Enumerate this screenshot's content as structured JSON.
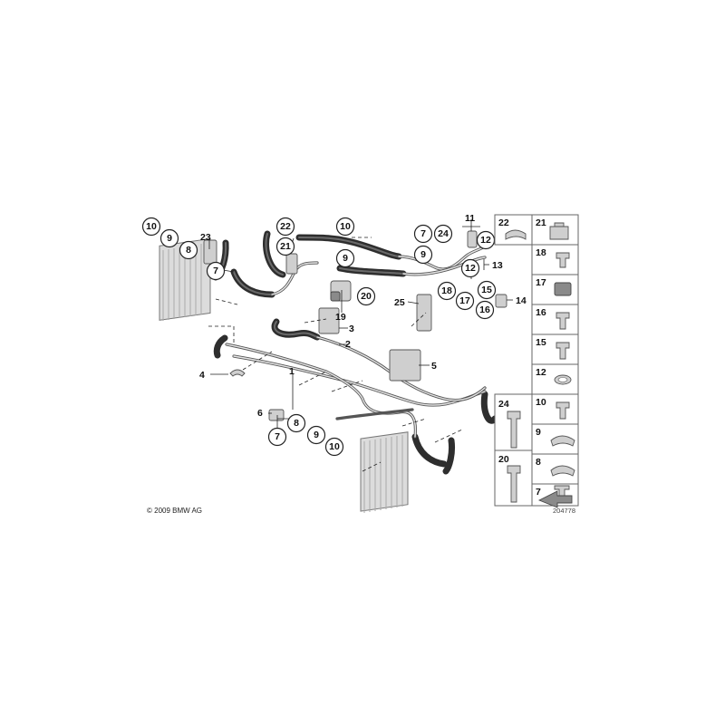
{
  "copyright": "© 2009 BMW AG",
  "reference_number": "204778",
  "callouts": {
    "c10a": "10",
    "c9a": "9",
    "c8a": "8",
    "c7a": "7",
    "c23": "23",
    "c22": "22",
    "c21": "21",
    "c10b": "10",
    "c9b": "9",
    "c7b": "7",
    "c9c": "9",
    "c24": "24",
    "c11": "11",
    "c12a": "12",
    "c12b": "12",
    "c13": "13",
    "c20": "20",
    "c19": "19",
    "c25": "25",
    "c18": "18",
    "c17": "17",
    "c15": "15",
    "c16": "16",
    "c14": "14",
    "c3": "3",
    "c2": "2",
    "c1": "1",
    "c4": "4",
    "c5": "5",
    "c6": "6",
    "c8b": "8",
    "c9d": "9",
    "c10c": "10",
    "c7c": "7"
  },
  "parts_panel": {
    "cells": [
      "22",
      "21",
      "18",
      "17",
      "16",
      "15",
      "12",
      "10",
      "9",
      "8",
      "7",
      "24",
      "20"
    ]
  }
}
